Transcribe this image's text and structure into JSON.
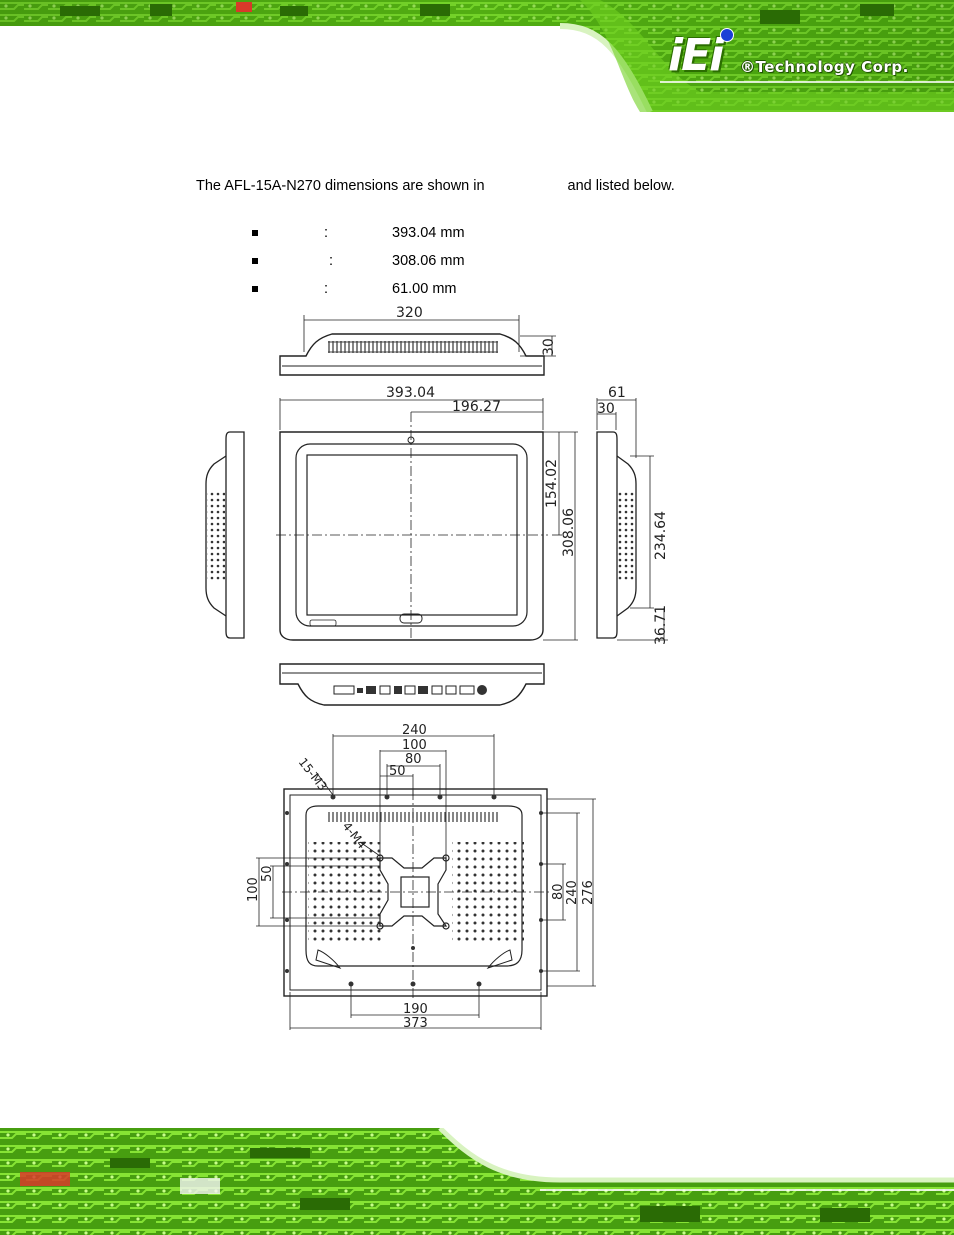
{
  "header": {
    "logo_mark": "iEi",
    "logo_text": "®Technology Corp."
  },
  "intro": {
    "part1": "The AFL-15A-N270 dimensions are shown in",
    "part2": "and listed below."
  },
  "specs": [
    {
      "value": "393.04 mm"
    },
    {
      "value": "308.06 mm"
    },
    {
      "value": "61.00 mm"
    }
  ],
  "drawing1": {
    "top_view_width": "320",
    "top_view_depth": "30",
    "width": "393.04",
    "half_width": "196.27",
    "half_height": "154.02",
    "height": "308.06",
    "side_depth": "61",
    "side_bezel": "30",
    "side_upper": "234.64",
    "side_lower": "36.71"
  },
  "drawing2": {
    "d240": "240",
    "d100": "100",
    "d80": "80",
    "d50": "50",
    "screw15": "15-M3",
    "screw4": "4-M4",
    "left100": "100",
    "left50": "50",
    "right80": "80",
    "right240": "240",
    "right276": "276",
    "bottom190": "190",
    "bottom373": "373"
  }
}
